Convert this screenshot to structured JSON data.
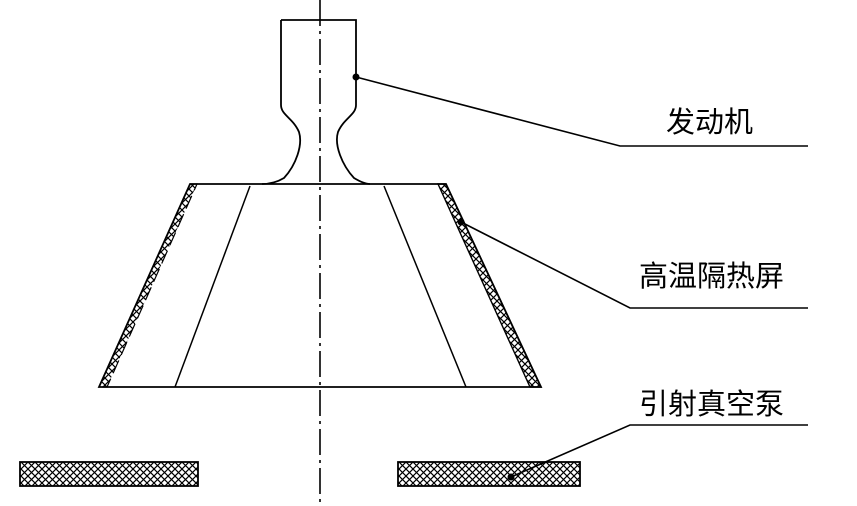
{
  "labels": {
    "engine": "发动机",
    "heat_shield": "高温隔热屏",
    "ejector_pump": "引射真空泵"
  },
  "colors": {
    "stroke": "#000000",
    "background": "#ffffff"
  }
}
